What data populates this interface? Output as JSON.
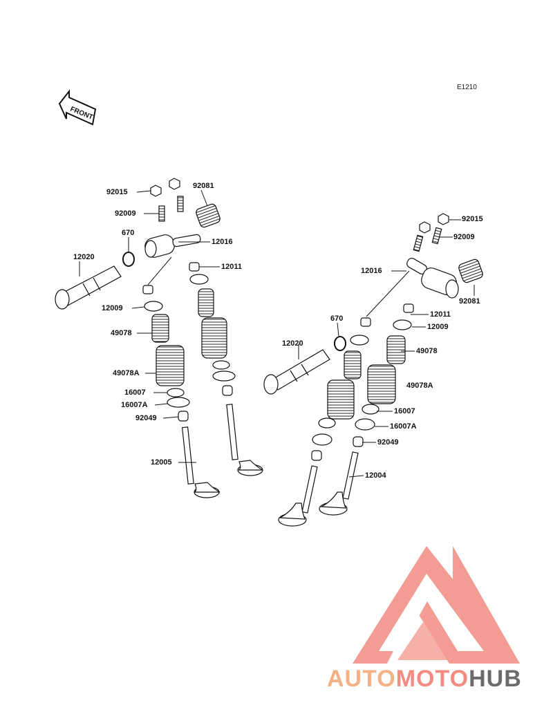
{
  "diagram_code": "E1210",
  "front_label": "FRONT",
  "labels": [
    {
      "id": "l-92015-a",
      "text": "92015"
    },
    {
      "id": "l-92081-a",
      "text": "92081"
    },
    {
      "id": "l-92009-a",
      "text": "92009"
    },
    {
      "id": "l-670-a",
      "text": "670"
    },
    {
      "id": "l-12016-a",
      "text": "12016"
    },
    {
      "id": "l-12020-a",
      "text": "12020"
    },
    {
      "id": "l-12011-a",
      "text": "12011"
    },
    {
      "id": "l-12009-a",
      "text": "12009"
    },
    {
      "id": "l-49078-a",
      "text": "49078"
    },
    {
      "id": "l-49078A-a",
      "text": "49078A"
    },
    {
      "id": "l-16007-a",
      "text": "16007"
    },
    {
      "id": "l-16007A-a",
      "text": "16007A"
    },
    {
      "id": "l-92049-a",
      "text": "92049"
    },
    {
      "id": "l-12005",
      "text": "12005"
    },
    {
      "id": "l-92015-b",
      "text": "92015"
    },
    {
      "id": "l-92009-b",
      "text": "92009"
    },
    {
      "id": "l-12016-b",
      "text": "12016"
    },
    {
      "id": "l-92081-b",
      "text": "92081"
    },
    {
      "id": "l-12011-b",
      "text": "12011"
    },
    {
      "id": "l-670-b",
      "text": "670"
    },
    {
      "id": "l-12009-b",
      "text": "12009"
    },
    {
      "id": "l-12020-b",
      "text": "12020"
    },
    {
      "id": "l-49078-b",
      "text": "49078"
    },
    {
      "id": "l-49078A-b",
      "text": "49078A"
    },
    {
      "id": "l-16007-b",
      "text": "16007"
    },
    {
      "id": "l-16007A-b",
      "text": "16007A"
    },
    {
      "id": "l-92049-b",
      "text": "92049"
    },
    {
      "id": "l-12004",
      "text": "12004"
    }
  ],
  "watermark": {
    "part1": "AUTO",
    "part2": "MOTO",
    "part3": "HUB",
    "color1": "#f4b183",
    "color2": "#f28b82",
    "color3": "#6b6b6b",
    "logo_color": "#f28b82",
    "icon": "triangle-m-logo"
  }
}
